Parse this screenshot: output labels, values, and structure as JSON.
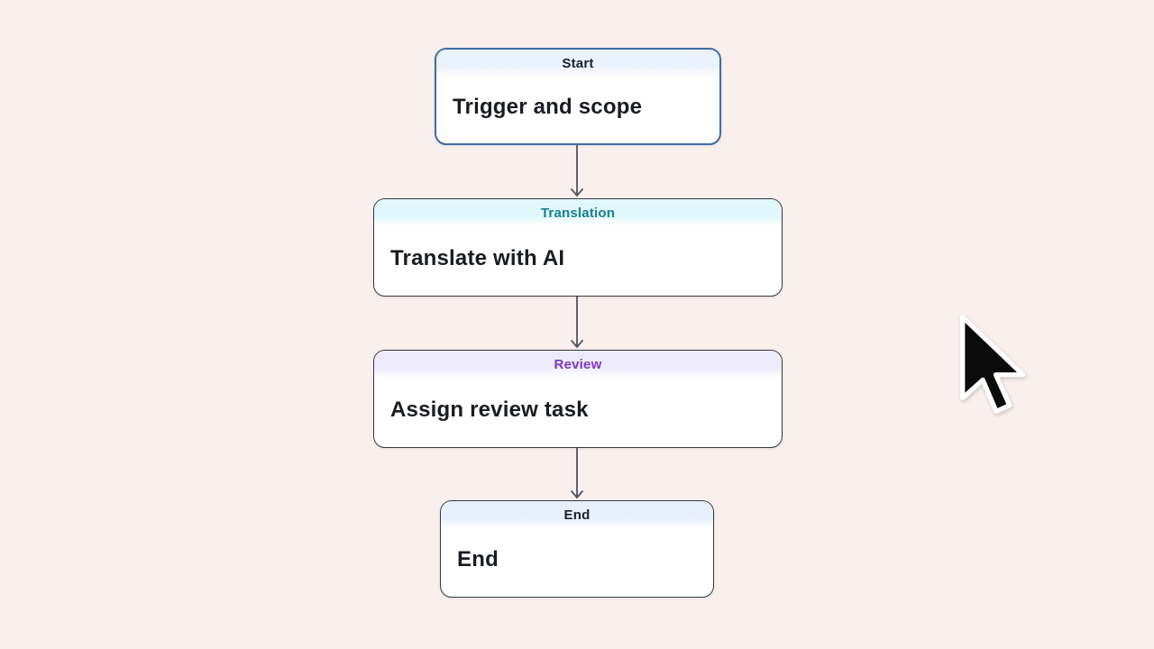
{
  "canvas": {
    "background": "#f9f0ee",
    "description": "workflow-diagram"
  },
  "nodes": [
    {
      "id": "start",
      "header": "Start",
      "body": "Trigger and scope",
      "header_bg": "#eaf2fb",
      "header_color": "#16212e",
      "border_color": "#3f6ca6",
      "border_width": "2px"
    },
    {
      "id": "translation",
      "header": "Translation",
      "body": "Translate with AI",
      "header_bg": "#e0f8fb",
      "header_color": "#1b7f8e",
      "border_color": "#363b42",
      "border_width": "1.5px"
    },
    {
      "id": "review",
      "header": "Review",
      "body": "Assign review task",
      "header_bg": "#eceafb",
      "header_color": "#7a3ac2",
      "border_color": "#363b42",
      "border_width": "1.5px"
    },
    {
      "id": "end",
      "header": "End",
      "body": "End",
      "header_bg": "#e7f0fb",
      "header_color": "#16212e",
      "border_color": "#363b42",
      "border_width": "1.5px"
    }
  ],
  "connectors": [
    {
      "from": "start",
      "to": "translation"
    },
    {
      "from": "translation",
      "to": "review"
    },
    {
      "from": "review",
      "to": "end"
    }
  ],
  "connector_color": "#4b5563",
  "cursor": {
    "icon": "arrow-cursor",
    "fill": "#0b0b0b",
    "outline": "#ffffff"
  }
}
